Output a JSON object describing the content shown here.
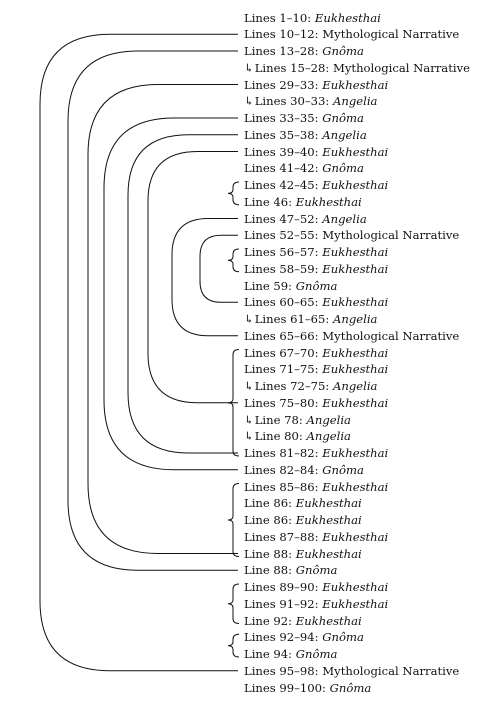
{
  "entries": [
    {
      "label": "Lines 1–10:",
      "type": "Eukhesthai",
      "italic": true,
      "arrow": false
    },
    {
      "label": "Lines 10–12:",
      "type": "Mythological Narrative",
      "italic": false,
      "arrow": false
    },
    {
      "label": "Lines 13–28:",
      "type": "Gnôma",
      "italic": true,
      "arrow": false
    },
    {
      "label": "Lines 15–28:",
      "type": "Mythological Narrative",
      "italic": false,
      "arrow": true
    },
    {
      "label": "Lines 29–33:",
      "type": "Eukhesthai",
      "italic": true,
      "arrow": false
    },
    {
      "label": "Lines 30–33:",
      "type": "Angelia",
      "italic": true,
      "arrow": true
    },
    {
      "label": "Lines 33–35:",
      "type": "Gnôma",
      "italic": true,
      "arrow": false
    },
    {
      "label": "Lines 35–38:",
      "type": "Angelia",
      "italic": true,
      "arrow": false
    },
    {
      "label": "Lines 39–40:",
      "type": "Eukhesthai",
      "italic": true,
      "arrow": false
    },
    {
      "label": "Lines 41–42:",
      "type": "Gnôma",
      "italic": true,
      "arrow": false
    },
    {
      "label": "Lines 42–45:",
      "type": "Eukhesthai",
      "italic": true,
      "arrow": false
    },
    {
      "label": "Line 46:",
      "type": "Eukhesthai",
      "italic": true,
      "arrow": false
    },
    {
      "label": "Lines 47–52:",
      "type": "Angelia",
      "italic": true,
      "arrow": false
    },
    {
      "label": "Lines 52–55:",
      "type": "Mythological Narrative",
      "italic": false,
      "arrow": false
    },
    {
      "label": "Lines 56–57:",
      "type": "Eukhesthai",
      "italic": true,
      "arrow": false
    },
    {
      "label": "Lines 58–59:",
      "type": "Eukhesthai",
      "italic": true,
      "arrow": false
    },
    {
      "label": "Line 59:",
      "type": "Gnôma",
      "italic": true,
      "arrow": false
    },
    {
      "label": "Lines 60–65:",
      "type": "Eukhesthai",
      "italic": true,
      "arrow": false
    },
    {
      "label": "Lines 61–65:",
      "type": "Angelia",
      "italic": true,
      "arrow": true
    },
    {
      "label": "Lines 65–66:",
      "type": "Mythological Narrative",
      "italic": false,
      "arrow": false
    },
    {
      "label": "Lines 67–70:",
      "type": "Eukhesthai",
      "italic": true,
      "arrow": false
    },
    {
      "label": "Lines 71–75:",
      "type": "Eukhesthai",
      "italic": true,
      "arrow": false
    },
    {
      "label": "Lines 72–75:",
      "type": "Angelia",
      "italic": true,
      "arrow": true
    },
    {
      "label": "Lines 75–80:",
      "type": "Eukhesthai",
      "italic": true,
      "arrow": false
    },
    {
      "label": "Line 78:",
      "type": "Angelia",
      "italic": true,
      "arrow": true
    },
    {
      "label": "Line 80:",
      "type": "Angelia",
      "italic": true,
      "arrow": true
    },
    {
      "label": "Lines 81–82:",
      "type": "Eukhesthai",
      "italic": true,
      "arrow": false
    },
    {
      "label": "Lines 82–84:",
      "type": "Gnôma",
      "italic": true,
      "arrow": false
    },
    {
      "label": "Lines 85–86:",
      "type": "Eukhesthai",
      "italic": true,
      "arrow": false
    },
    {
      "label": "Line 86:",
      "type": "Eukhesthai",
      "italic": true,
      "arrow": false
    },
    {
      "label": "Line 86:",
      "type": "Eukhesthai",
      "italic": true,
      "arrow": false
    },
    {
      "label": "Lines 87–88:",
      "type": "Eukhesthai",
      "italic": true,
      "arrow": false
    },
    {
      "label": "Line 88:",
      "type": "Eukhesthai",
      "italic": true,
      "arrow": false
    },
    {
      "label": "Line 88:",
      "type": "Gnôma",
      "italic": true,
      "arrow": false
    },
    {
      "label": "Lines 89–90:",
      "type": "Eukhesthai",
      "italic": true,
      "arrow": false
    },
    {
      "label": "Lines 91–92:",
      "type": "Eukhesthai",
      "italic": true,
      "arrow": false
    },
    {
      "label": "Line 92:",
      "type": "Eukhesthai",
      "italic": true,
      "arrow": false
    },
    {
      "label": "Lines 92–94:",
      "type": "Gnôma",
      "italic": true,
      "arrow": false
    },
    {
      "label": "Line 94:",
      "type": "Gnôma",
      "italic": true,
      "arrow": false
    },
    {
      "label": "Lines 95–98:",
      "type": "Mythological Narrative",
      "italic": false,
      "arrow": false
    },
    {
      "label": "Lines 99–100:",
      "type": "Gnôma",
      "italic": true,
      "arrow": false
    }
  ],
  "arcs": [
    {
      "from": 1,
      "to": 39
    },
    {
      "from": 2,
      "to": 33
    },
    {
      "from": 4,
      "to": 32
    },
    {
      "from": 6,
      "to": 27
    },
    {
      "from": 7,
      "to": 26
    },
    {
      "from": 8,
      "to": 23
    },
    {
      "from": 12,
      "to": 19
    },
    {
      "from": 13,
      "to": 17
    }
  ],
  "braces": [
    {
      "from": 10,
      "to": 11
    },
    {
      "from": 14,
      "to": 15
    },
    {
      "from": 20,
      "to": 26
    },
    {
      "from": 28,
      "to": 32
    },
    {
      "from": 34,
      "to": 36
    },
    {
      "from": 37,
      "to": 38
    }
  ],
  "arrow_glyph": "↳"
}
